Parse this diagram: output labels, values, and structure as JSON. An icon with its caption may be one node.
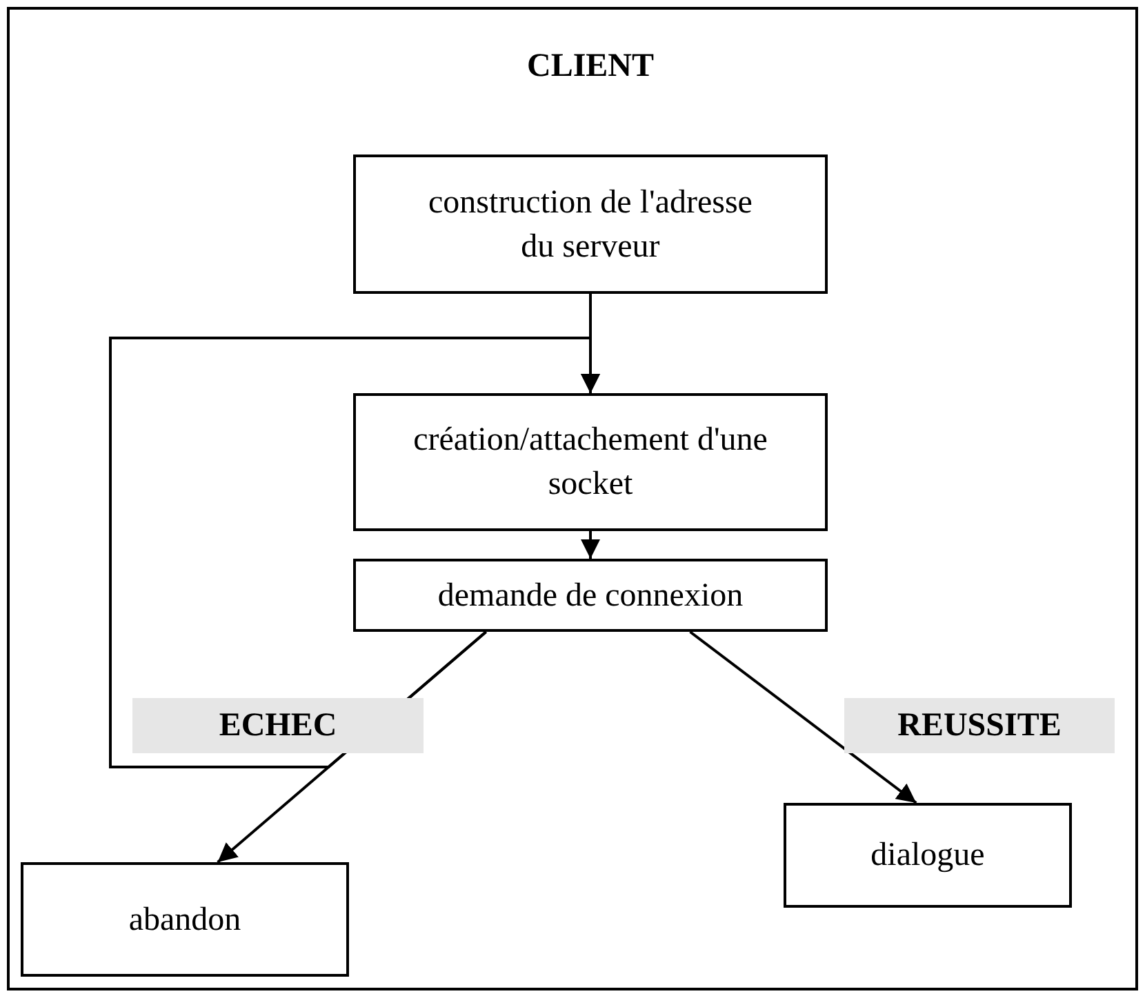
{
  "diagram": {
    "title": "CLIENT",
    "nodes": [
      {
        "text": [
          "construction de l'adresse du serveur"
        ]
      },
      {
        "text": [
          "création/attachement d'une socket"
        ]
      },
      {
        "text": [
          "demande de connexion"
        ]
      },
      {
        "text": [
          "dialogue"
        ]
      },
      {
        "text": [
          "abandon"
        ]
      }
    ],
    "edges": [
      {
        "from": 0,
        "to": 1,
        "arrow": "to"
      },
      {
        "from": 1,
        "to": 2,
        "arrow": "to"
      },
      {
        "from": 2,
        "to": 4,
        "arrow": "to",
        "label": "ECHEC"
      },
      {
        "from": 2,
        "to": 3,
        "arrow": "to",
        "label": "REUSSITE"
      },
      {
        "from": 2,
        "to": 1,
        "arrow": "to"
      }
    ]
  }
}
